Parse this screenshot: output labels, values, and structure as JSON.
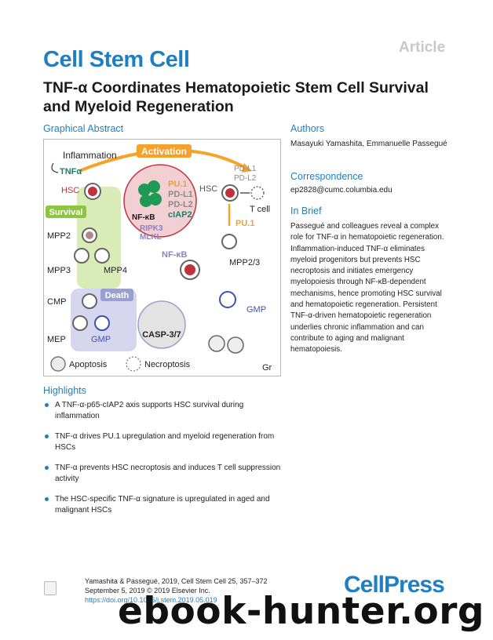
{
  "header": {
    "article_tag": "Article",
    "journal": "Cell Stem Cell",
    "title": "TNF-α Coordinates Hematopoietic Stem Cell Survival and Myeloid Regeneration"
  },
  "sections": {
    "graphical_abstract": "Graphical Abstract",
    "authors": "Authors",
    "correspondence": "Correspondence",
    "in_brief": "In Brief",
    "highlights": "Highlights"
  },
  "authors": "Masayuki Yamashita, Emmanuelle Passegué",
  "correspondence_email": "ep2828@cumc.columbia.edu",
  "in_brief_text": "Passegué and colleagues reveal a complex role for TNF-α in hematopoietic regeneration. Inflammation-induced TNF-α eliminates myeloid progenitors but prevents HSC necroptosis and initiates emergency myelopoiesis through NF-κB-dependent mechanisms, hence promoting HSC survival and hematopoietic regeneration. Persistent TNF-α-driven hematopoietic regeneration underlies chronic inflammation and can contribute to aging and malignant hematopoiesis.",
  "highlights": [
    "A TNF-α-p65-cIAP2 axis supports HSC survival during inflammation",
    "TNF-α drives PU.1 upregulation and myeloid regeneration from HSCs",
    "TNF-α prevents HSC necroptosis and induces T cell suppression activity",
    "The HSC-specific TNF-α signature is upregulated in aged and malignant HSCs"
  ],
  "citation": {
    "line1": "Yamashita & Passegué, 2019, Cell Stem Cell 25, 357–372",
    "line2": "September 5, 2019 © 2019 Elsevier Inc.",
    "doi": "https://doi.org/10.1016/j.stem.2019.05.019"
  },
  "publisher_logo": "CellPress",
  "watermark": "ebook-hunter.org",
  "graphical_abstract": {
    "inflammation": "Inflammation",
    "tnfa": "TNFα",
    "activation": "Activation",
    "hsc_left": "HSC",
    "hsc_right": "HSC",
    "survival": "Survival",
    "pu1": "PU.1",
    "pdl1": "PD-L1",
    "pdl2": "PD-L2",
    "ciap2": "cIAP2",
    "nfkb": "NF-κB",
    "ripk3": "RIPK3",
    "mlkl": "MLKL",
    "pdl1_right": "PD-L1",
    "pdl2_right": "PD-L2",
    "t_cell": "T cell",
    "pu1_right": "PU.1",
    "mpp2": "MPP2",
    "mpp3": "MPP3",
    "mpp4": "MPP4",
    "nfkb_down": "NF-κB",
    "mpp23": "MPP2/3",
    "cmp": "CMP",
    "death": "Death",
    "gmp_right": "GMP",
    "casp": "CASP-3/7",
    "mep": "MEP",
    "gmp_left": "GMP",
    "apoptosis": "Apoptosis",
    "necroptosis": "Necroptosis",
    "gr": "Gr",
    "colors": {
      "activation": "#f5a12a",
      "survival": "#8cc63f",
      "death": "#9b9fd0",
      "hsc_cell": "#c0333d",
      "nfkb_green": "#1e9a55",
      "pu1_orange": "#e8a23a",
      "pdl_gray": "#8a8a8a",
      "ripk_purple": "#8e7fc4"
    }
  }
}
